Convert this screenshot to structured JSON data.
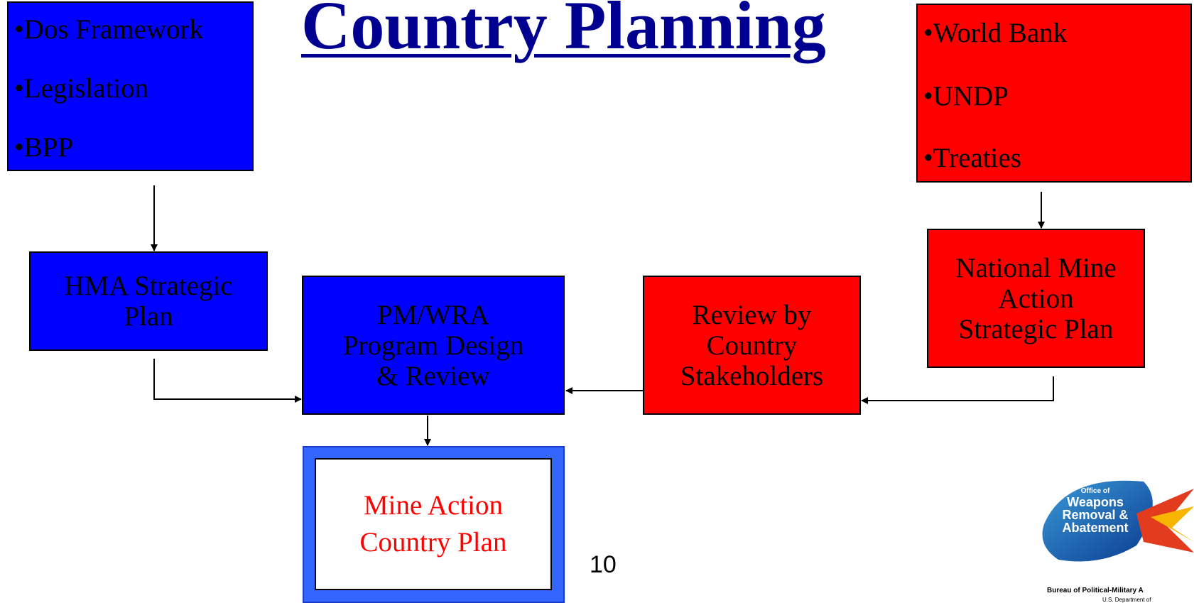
{
  "title": "Country Planning",
  "page_number": "10",
  "left_sources": [
    "•Dos Framework",
    "•Legislation",
    "•BPP"
  ],
  "right_sources": [
    "•World Bank",
    "•UNDP",
    "•Treaties"
  ],
  "hma_plan": [
    "HMA Strategic",
    "Plan"
  ],
  "pm_wra": [
    "PM/WRA",
    "Program Design",
    "& Review"
  ],
  "review": [
    "Review by",
    "Country",
    "Stakeholders"
  ],
  "national_plan": [
    "National Mine",
    "Action",
    "Strategic Plan"
  ],
  "country_plan": [
    "Mine Action",
    "Country Plan"
  ],
  "logo": {
    "line1": "Office of",
    "line2": "Weapons",
    "line3": "Removal &",
    "line4": "Abatement",
    "caption1": "Bureau of Political-Military A",
    "caption2": "U.S. Department of"
  },
  "colors": {
    "blue": "#0000ff",
    "red": "#ff0000",
    "title": "#000090",
    "plan_frame": "#3366ff"
  }
}
